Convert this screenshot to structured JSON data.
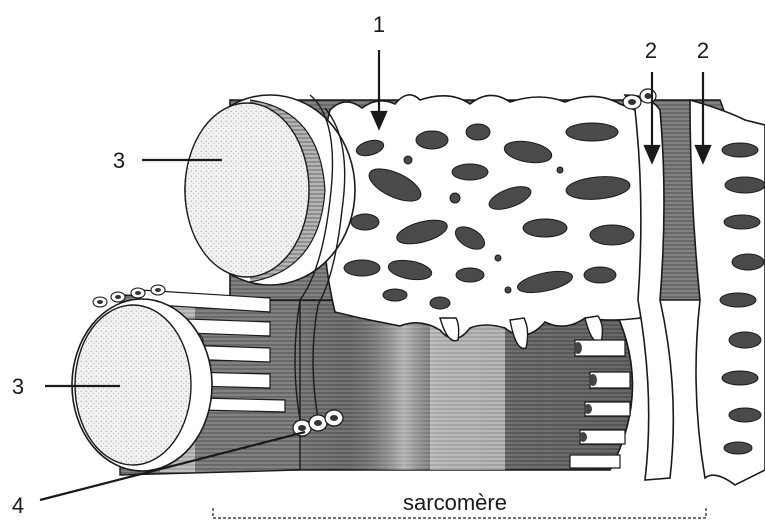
{
  "labels": {
    "num_1": "1",
    "num_2_left": "2",
    "num_2_right": "2",
    "num_3_top": "3",
    "num_3_bottom": "3",
    "num_4": "4",
    "sarcomere": "sarcomère"
  },
  "colors": {
    "ink": "#1a1a1a",
    "membrane": "#ffffff",
    "fiber_dark": "#5c5c5c",
    "fiber_light": "#c8c8c8",
    "stipple": "#efefef"
  }
}
